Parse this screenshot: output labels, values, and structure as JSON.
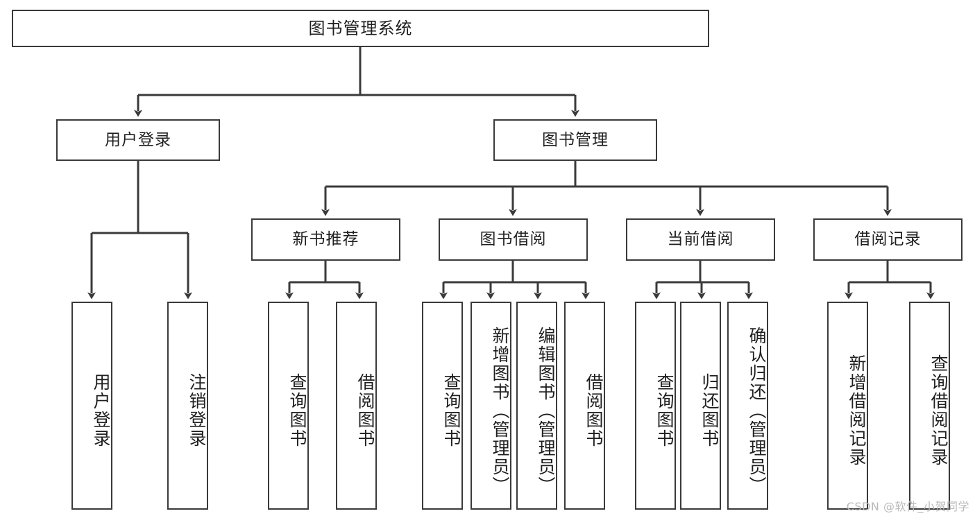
{
  "diagram": {
    "type": "tree",
    "title": "图书管理系统",
    "watermark": "CSDN @软件_小贺同学",
    "colors": {
      "stroke": "#3a3a3a",
      "fill": "#ffffff",
      "text": "#1f1f1f",
      "watermark": "#b9b9b9"
    },
    "root": {
      "label": "图书管理系统"
    },
    "level2": [
      {
        "label": "用户登录"
      },
      {
        "label": "图书管理"
      }
    ],
    "level3": [
      {
        "label": "新书推荐"
      },
      {
        "label": "图书借阅"
      },
      {
        "label": "当前借阅"
      },
      {
        "label": "借阅记录"
      }
    ],
    "leaves": {
      "user_login": [
        {
          "label": "用户登录"
        },
        {
          "label": "注销登录"
        }
      ],
      "new_book": [
        {
          "label": "查询图书"
        },
        {
          "label": "借阅图书"
        }
      ],
      "borrow": [
        {
          "label": "查询图书"
        },
        {
          "label": "新增图书（管理员）"
        },
        {
          "label": "编辑图书（管理员）"
        },
        {
          "label": "借阅图书"
        }
      ],
      "current": [
        {
          "label": "查询图书"
        },
        {
          "label": "归还图书"
        },
        {
          "label": "确认归还（管理员）"
        }
      ],
      "records": [
        {
          "label": "新增借阅记录"
        },
        {
          "label": "查询借阅记录"
        }
      ]
    }
  }
}
